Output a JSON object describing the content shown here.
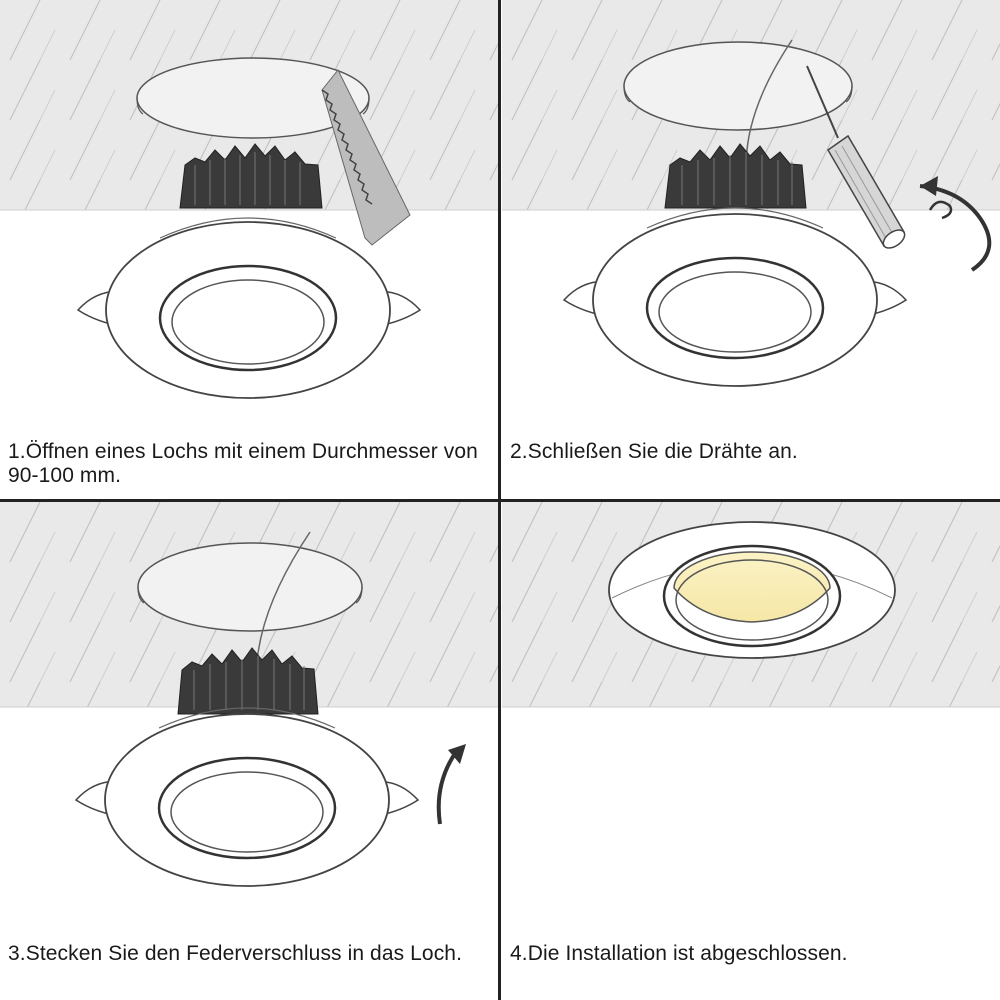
{
  "steps": [
    {
      "caption": "1.Öffnen eines Lochs mit einem Durchmesser von 90-100 mm.",
      "illustration": "saw-cutting-ceiling-hole"
    },
    {
      "caption": "2.Schließen Sie die Drähte an.",
      "illustration": "screwdriver-wiring"
    },
    {
      "caption": "3.Stecken Sie den Federverschluss in das Loch.",
      "illustration": "spring-clip-insert"
    },
    {
      "caption": "4.Die Installation ist abgeschlossen.",
      "illustration": "installed-downlight"
    }
  ],
  "colors": {
    "ceiling": "#e9e9e9",
    "hatch": "#bdbdbd",
    "outline": "#444444",
    "heatsink": "#3a3a3a",
    "light": "#fbf1c4",
    "divider": "#222222"
  }
}
